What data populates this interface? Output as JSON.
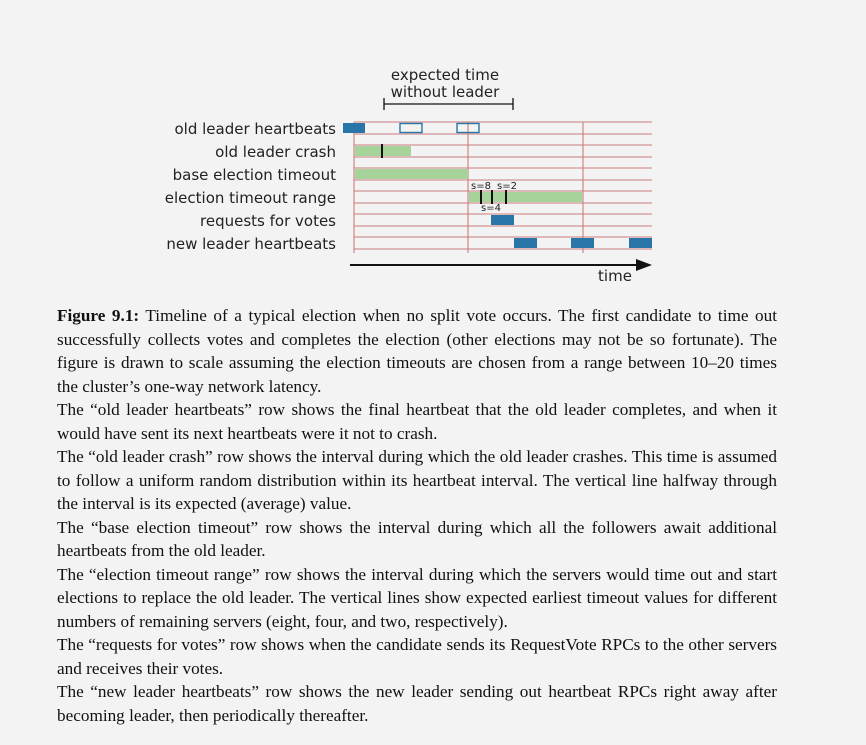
{
  "diagram": {
    "expected_label_line1": "expected time",
    "expected_label_line2": "without leader",
    "time_label": "time",
    "rows": [
      "old leader heartbeats",
      "old leader crash",
      "base election timeout",
      "election timeout range",
      "requests for votes",
      "new leader heartbeats"
    ],
    "s8_label": "s=8",
    "s2_label": "s=2",
    "s4_label": "s=4",
    "colors": {
      "grid_line": "#c97e7e",
      "heartbeat_fill": "#2a75a7",
      "interval_fill": "#a6d39a",
      "axis": "#111111"
    }
  },
  "caption": {
    "fig_label": "Figure 9.1:",
    "fig_text": " Timeline of a typical election when no split vote occurs. The first candidate to time out successfully collects votes and completes the election (other elections may not be so fortunate). The figure is drawn to scale assuming the election timeouts are chosen from a range between 10–20 times the cluster’s one-way network latency.",
    "p2": "The “old leader heartbeats” row shows the final heartbeat that the old leader completes, and when it would have sent its next heartbeats were it not to crash.",
    "p3": "The “old leader crash” row shows the interval during which the old leader crashes. This time is assumed to follow a uniform random distribution within its heartbeat interval. The vertical line halfway through the interval is its expected (average) value.",
    "p4": "The “base election timeout” row shows the interval during which all the followers await additional heartbeats from the old leader.",
    "p5": "The “election timeout range” row shows the interval during which the servers would time out and start elections to replace the old leader. The vertical lines show expected earliest timeout values for different numbers of remaining servers (eight, four, and two, respectively).",
    "p6": "The “requests for votes” row shows when the candidate sends its RequestVote RPCs to the other servers and receives their votes.",
    "p7": "The “new leader heartbeats” row shows the new leader sending out heartbeat RPCs right away after becoming leader, then periodically thereafter."
  }
}
